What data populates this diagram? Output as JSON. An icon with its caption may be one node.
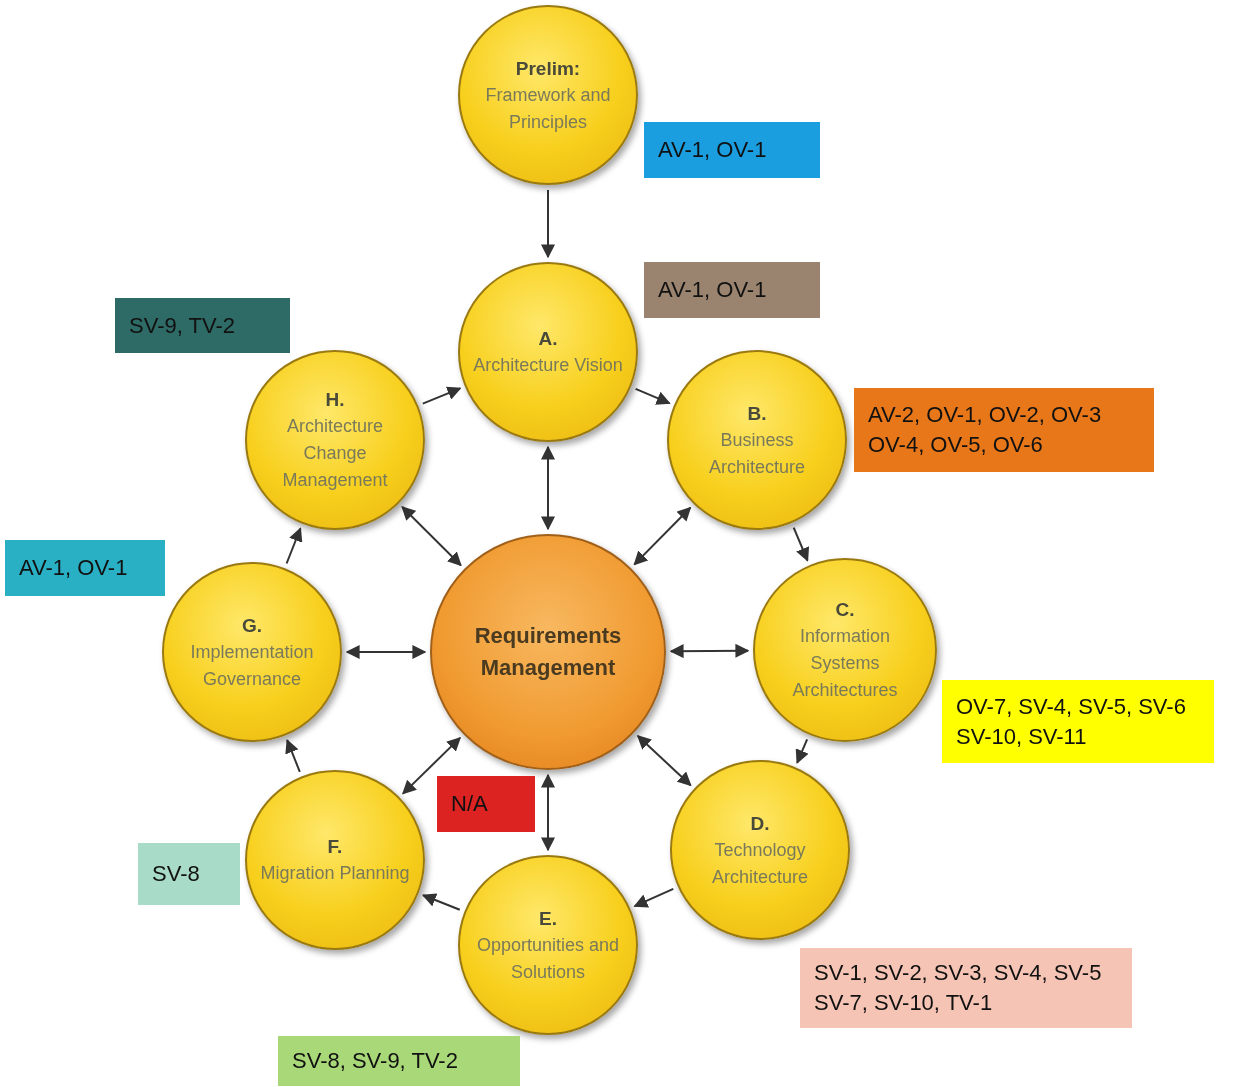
{
  "diagram": {
    "nodes": [
      {
        "text": [
          "Prelim:",
          "Framework and Principles"
        ]
      },
      {
        "text": [
          "AV-1, OV-1"
        ]
      },
      {
        "text": [
          "AV-1, OV-1"
        ]
      },
      {
        "text": [
          "A.",
          "Architecture Vision"
        ]
      },
      {
        "text": [
          "H.",
          "Architecture Change Management"
        ]
      },
      {
        "text": [
          "SV-9, TV-2"
        ]
      },
      {
        "text": [
          "B.",
          "Business Architecture"
        ]
      },
      {
        "text": [
          "AV-2, OV-1, OV-2, OV-3 OV-4, OV-5, OV-6"
        ]
      },
      {
        "text": [
          "AV-1, OV-1"
        ]
      },
      {
        "text": [
          "G.",
          "Implementation Governance"
        ]
      },
      {
        "text": [
          "Requirements Management"
        ]
      },
      {
        "text": [
          "C.",
          "Information Systems Architectures"
        ]
      },
      {
        "text": [
          "OV-7, SV-4, SV-5, SV-6 SV-10, SV-11"
        ]
      },
      {
        "text": [
          "N/A"
        ]
      },
      {
        "text": [
          "F.",
          "Migration Planning"
        ]
      },
      {
        "text": [
          "D.",
          "Technology Architecture"
        ]
      },
      {
        "text": [
          "SV-8"
        ]
      },
      {
        "text": [
          "E.",
          "Opportunities and Solutions"
        ]
      },
      {
        "text": [
          "SV-1, SV-2, SV-3, SV-4, SV-5 SV-7, SV-10, TV-1"
        ]
      },
      {
        "text": [
          "SV-8, SV-9, TV-2"
        ]
      }
    ],
    "edges": [
      {
        "from": 0,
        "to": 3,
        "arrow": "to"
      },
      {
        "from": 3,
        "to": 6,
        "arrow": "to"
      },
      {
        "from": 6,
        "to": 11,
        "arrow": "to"
      },
      {
        "from": 11,
        "to": 15,
        "arrow": "to"
      },
      {
        "from": 15,
        "to": 17,
        "arrow": "to"
      },
      {
        "from": 17,
        "to": 14,
        "arrow": "to"
      },
      {
        "from": 14,
        "to": 9,
        "arrow": "to"
      },
      {
        "from": 9,
        "to": 4,
        "arrow": "to"
      },
      {
        "from": 4,
        "to": 3,
        "arrow": "to"
      },
      {
        "from": 10,
        "to": 3,
        "arrow": "both"
      },
      {
        "from": 10,
        "to": 6,
        "arrow": "both"
      },
      {
        "from": 10,
        "to": 11,
        "arrow": "both"
      },
      {
        "from": 10,
        "to": 15,
        "arrow": "both"
      },
      {
        "from": 10,
        "to": 17,
        "arrow": "both"
      },
      {
        "from": 10,
        "to": 14,
        "arrow": "both"
      },
      {
        "from": 10,
        "to": 9,
        "arrow": "both"
      },
      {
        "from": 10,
        "to": 4,
        "arrow": "both"
      }
    ]
  }
}
